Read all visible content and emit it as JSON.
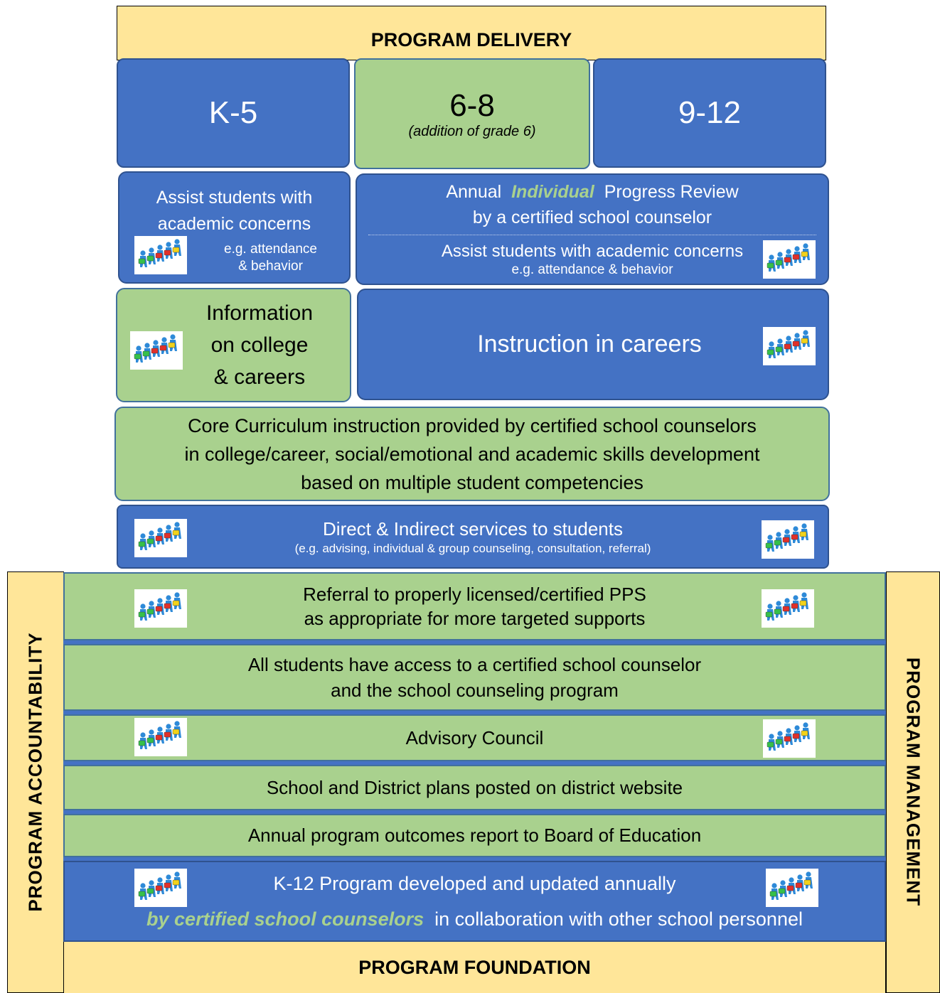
{
  "program_delivery": "PROGRAM DELIVERY",
  "program_foundation": "PROGRAM FOUNDATION",
  "program_accountability": "PROGRAM ACCOUNTABILITY",
  "program_management": "PROGRAM MANAGEMENT",
  "grades": {
    "k5": "K-5",
    "g68": "6-8",
    "g68_note": "(addition of grade 6)",
    "g912": "9-12"
  },
  "k5_assist": {
    "line1": "Assist students with",
    "line2": "academic concerns",
    "sub1": "e.g. attendance",
    "sub2": "& behavior"
  },
  "review": {
    "prefix": "Annual",
    "highlight": "Individual",
    "suffix": "Progress Review",
    "line2": "by a certified school counselor",
    "assist": "Assist students with academic concerns",
    "assist_sub": "e.g. attendance & behavior"
  },
  "info_college": {
    "line1": "Information",
    "line2": "on college",
    "line3": "& careers"
  },
  "instruction_careers": "Instruction in careers",
  "core_curriculum": {
    "line1": "Core Curriculum instruction provided by certified school counselors",
    "line2": "in college/career, social/emotional and academic skills development",
    "line3": "based on multiple student competencies"
  },
  "direct_services": {
    "title": "Direct & Indirect services to students",
    "sub": "(e.g. advising, individual & group counseling, consultation, referral)"
  },
  "referral": {
    "line1": "Referral to properly licensed/certified PPS",
    "line2": "as appropriate for more targeted supports"
  },
  "access": {
    "line1": "All students have access to a certified school counselor",
    "line2": "and the school counseling program"
  },
  "advisory": "Advisory Council",
  "plans": "School and District plans posted on district website",
  "outcomes": "Annual program outcomes report to Board of Education",
  "k12": {
    "line1": "K-12 Program developed and updated annually",
    "highlight": "by certified school counselors",
    "rest": "in collaboration with other school personnel"
  },
  "icon_name": "people-puzzle-icon",
  "colors": {
    "blue": "#4472c4",
    "green": "#a9d18e",
    "yellow": "#ffe699"
  }
}
